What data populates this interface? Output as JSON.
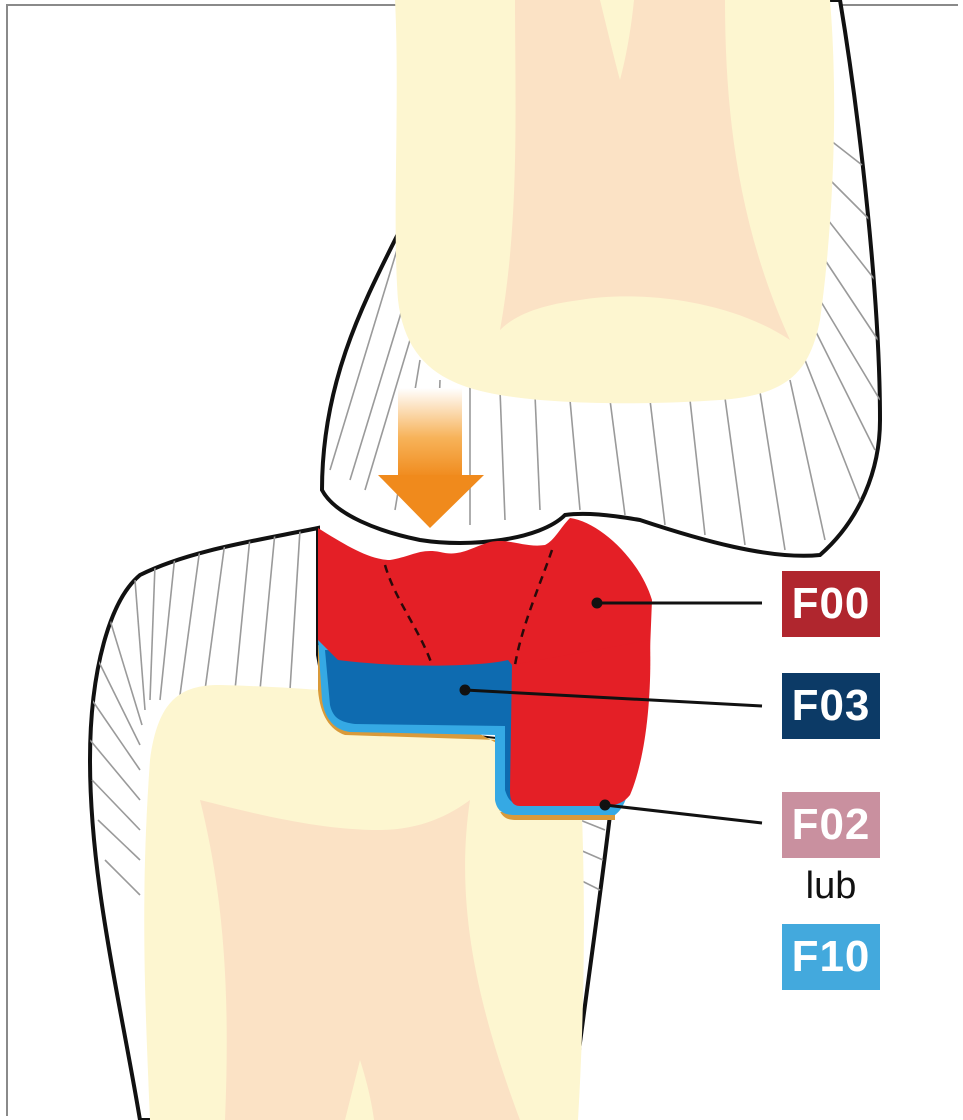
{
  "labels": {
    "f00": {
      "text": "F00",
      "color": "#b0262e"
    },
    "f03": {
      "text": "F03",
      "color": "#0c3a66"
    },
    "f02": {
      "text": "F02",
      "color": "#c9909f"
    },
    "or_text": "lub",
    "f10": {
      "text": "F10",
      "color": "#43a9dd"
    }
  },
  "colors": {
    "tooth_crown": "#fdf6d0",
    "tooth_pulp": "#fbe2c5",
    "restoration_red": "#e41f26",
    "liner_dark_blue": "#0e6bb0",
    "liner_light_blue": "#35a9e4",
    "adhesive_edge": "#d99a3a",
    "arrow_orange": "#f39a2a"
  }
}
